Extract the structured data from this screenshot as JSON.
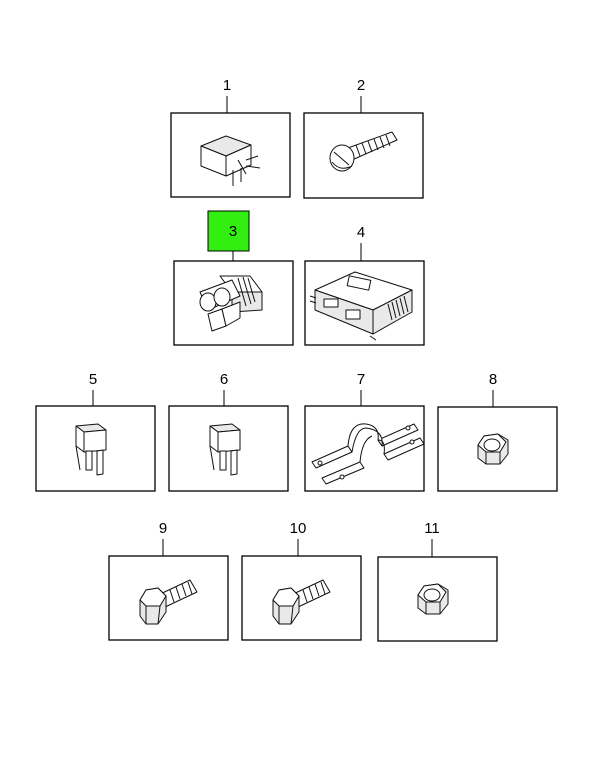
{
  "highlight_color": "#33ee11",
  "parts": [
    {
      "callout": "1",
      "icon": "relay-icon"
    },
    {
      "callout": "2",
      "icon": "screw-icon"
    },
    {
      "callout": "3",
      "icon": "connector-icon",
      "highlighted": true
    },
    {
      "callout": "4",
      "icon": "control-module-icon"
    },
    {
      "callout": "5",
      "icon": "fuse-icon"
    },
    {
      "callout": "6",
      "icon": "fuse-icon"
    },
    {
      "callout": "7",
      "icon": "bracket-icon"
    },
    {
      "callout": "8",
      "icon": "nut-icon"
    },
    {
      "callout": "9",
      "icon": "bolt-icon"
    },
    {
      "callout": "10",
      "icon": "bolt-icon"
    },
    {
      "callout": "11",
      "icon": "nut-icon"
    }
  ]
}
